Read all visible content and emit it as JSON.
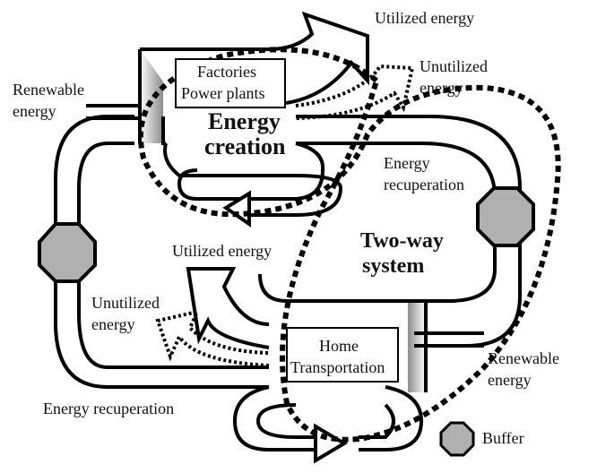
{
  "labels": {
    "utilized_top": "Utilized energy",
    "unutilized_top_1": "Unutilized",
    "unutilized_top_2": "energy",
    "renewable_left_1": "Renewable",
    "renewable_left_2": "energy",
    "factories_1": "Factories",
    "factories_2": "Power plants",
    "energy_creation_1": "Energy",
    "energy_creation_2": "creation",
    "recuperation_right_1": "Energy",
    "recuperation_right_2": "recuperation",
    "two_way_1": "Two-way",
    "two_way_2": "system",
    "utilized_mid": "Utilized energy",
    "unutilized_mid_1": "Unutilized",
    "unutilized_mid_2": "energy",
    "home_1": "Home",
    "home_2": "Transportation",
    "renewable_right_1": "Renewable",
    "renewable_right_2": "energy",
    "recuperation_bottom": "Energy recuperation",
    "buffer_legend": "Buffer"
  },
  "colors": {
    "line": "#000000",
    "buffer_fill": "#b0b0b0",
    "background": "#ffffff"
  },
  "icons": {
    "buffer": "octagon"
  }
}
